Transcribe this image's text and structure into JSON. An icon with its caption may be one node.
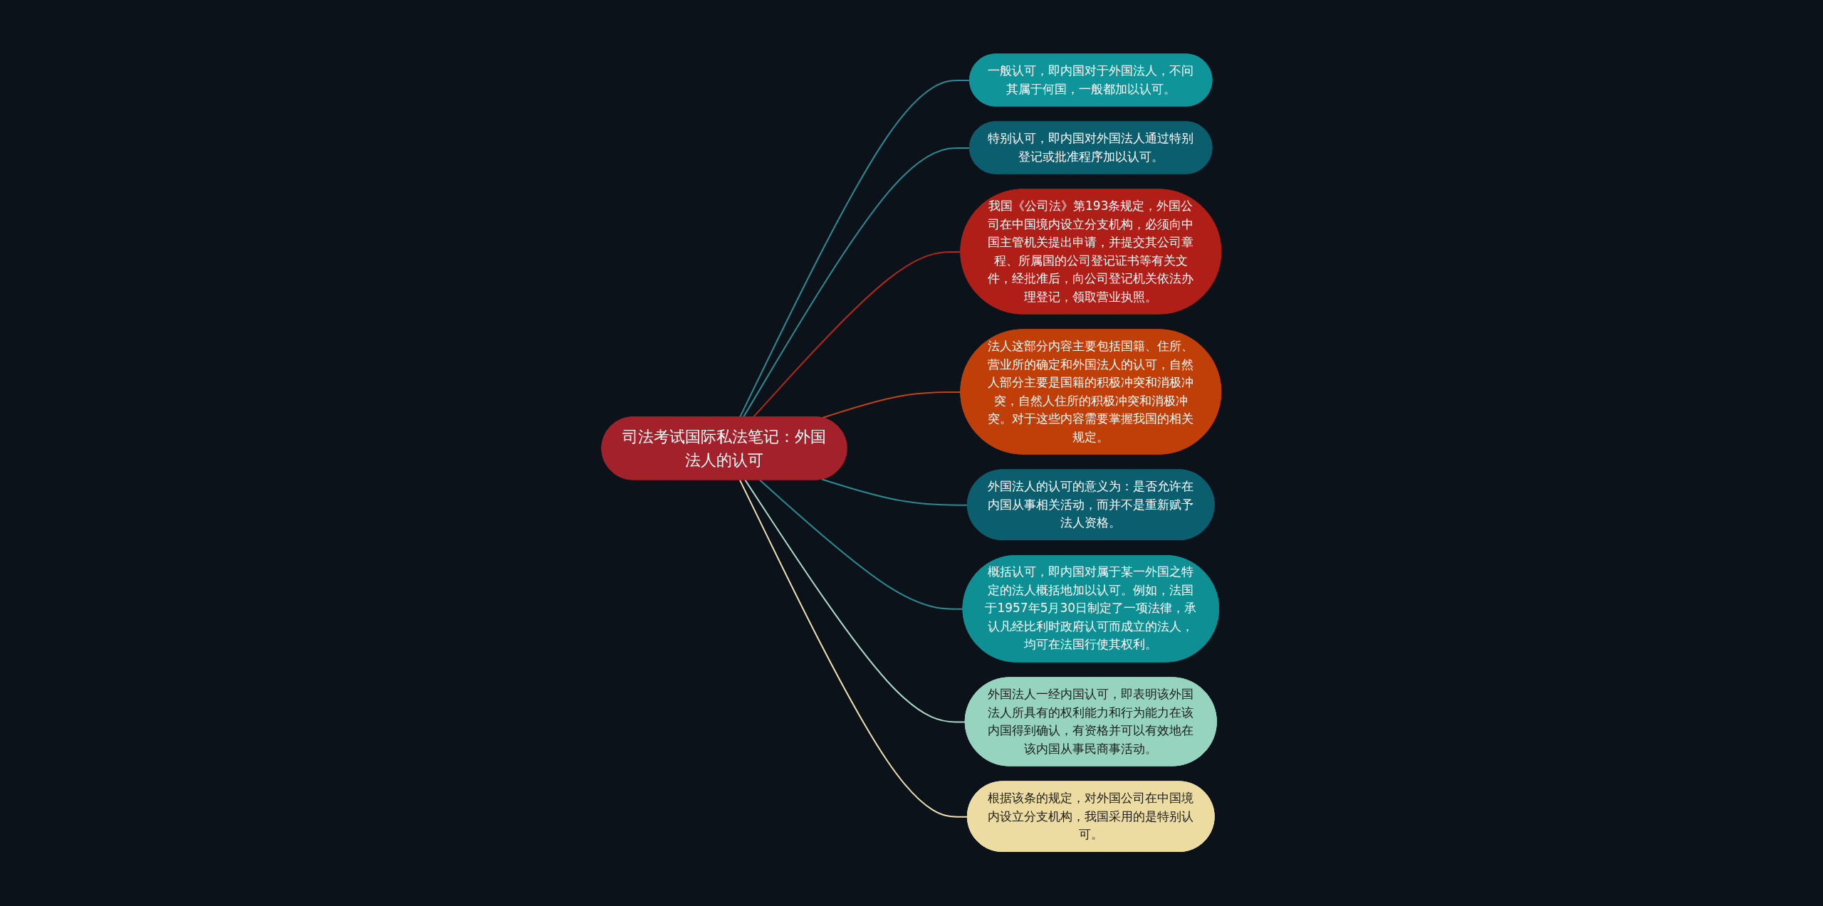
{
  "diagram": {
    "nodes": [
      {
        "text": [
          "司法考试国际私法笔记：外国法人的认可"
        ]
      },
      {
        "text": [
          "一般认可，即内国对于外国法人，不问其属于何国，一般都加以认可。"
        ]
      },
      {
        "text": [
          "特别认可，即内国对外国法人通过特别登记或批准程序加以认可。"
        ]
      },
      {
        "text": [
          "我国《公司法》第193条规定，外国公司在中国境内设立分支机构，必须向中国主管机关提出申请，并提交其公司章程、所属国的公司登记证书等有关文件，经批准后，向公司登记机关依法办理登记，领取营业执照。"
        ]
      },
      {
        "text": [
          "法人这部分内容主要包括国籍、住所、营业所的确定和外国法人的认可，自然人部分主要是国籍的积极冲突和消极冲突，自然人住所的积极冲突和消极冲突。对于这些内容需要掌握我国的相关规定。"
        ]
      },
      {
        "text": [
          "外国法人的认可的意义为：是否允许在内国从事相关活动，而并不是重新赋予法人资格。"
        ]
      },
      {
        "text": [
          "概括认可，即内国对属于某一外国之特定的法人概括地加以认可。例如，法国于1957年5月30日制定了一项法律，承认凡经比利时政府认可而成立的法人，均可在法国行使其权利。"
        ]
      },
      {
        "text": [
          "外国法人一经内国认可，即表明该外国法人所具有的权利能力和行为能力在该内国得到确认，有资格并可以有效地在该内国从事民商事活动。"
        ]
      },
      {
        "text": [
          "根据该条的规定，对外国公司在中国境内设立分支机构，我国采用的是特别认可。"
        ]
      }
    ],
    "edges": [
      {
        "from": 0,
        "to": 1,
        "arrow": "none"
      },
      {
        "from": 0,
        "to": 2,
        "arrow": "none"
      },
      {
        "from": 0,
        "to": 3,
        "arrow": "none",
        "color": "#b32a1b"
      },
      {
        "from": 0,
        "to": 4,
        "arrow": "none",
        "color": "#c2440e"
      },
      {
        "from": 0,
        "to": 5,
        "arrow": "none"
      },
      {
        "from": 0,
        "to": 6,
        "arrow": "none"
      },
      {
        "from": 0,
        "to": 7,
        "arrow": "none",
        "color": "#a8dcc8"
      },
      {
        "from": 0,
        "to": 8,
        "arrow": "none",
        "color": "#f0e2b0"
      }
    ]
  }
}
